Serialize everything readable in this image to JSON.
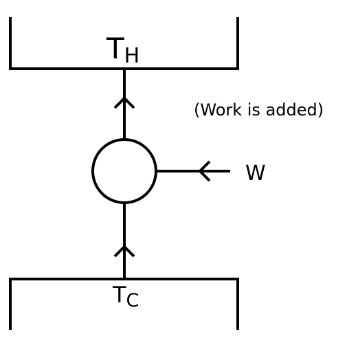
{
  "diagram": {
    "hot_reservoir": {
      "symbol": "T",
      "subscript": "H"
    },
    "cold_reservoir": {
      "symbol": "T",
      "subscript": "C"
    },
    "annotation": "(Work is added)",
    "work_label": "W",
    "line_color": "#000000"
  }
}
